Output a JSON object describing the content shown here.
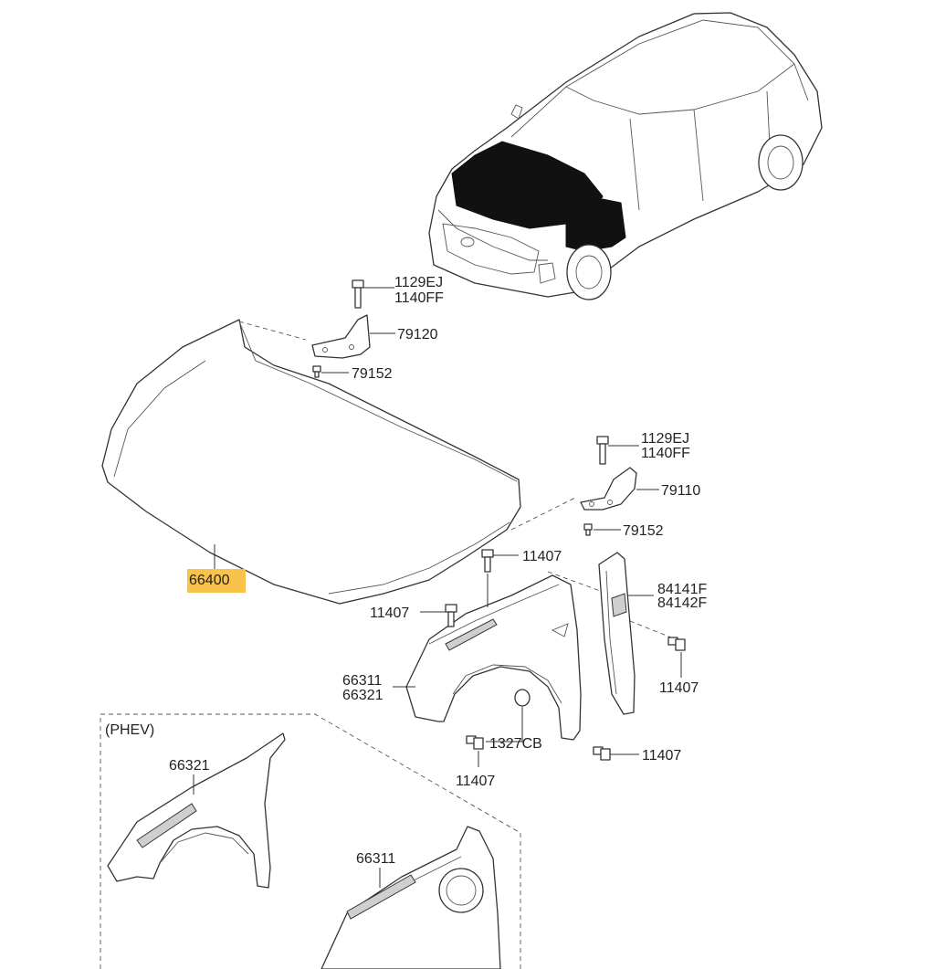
{
  "labels": {
    "bolt_upper": [
      "1129EJ",
      "1140FF"
    ],
    "hinge_lh": "79120",
    "screw_lh": "79152",
    "bolt_right": [
      "1129EJ",
      "1140FF"
    ],
    "hinge_rh": "79110",
    "screw_rh": "79152",
    "hood": "66400",
    "bolt_fender_top": "11407",
    "bolt_fender_left": "11407",
    "garnish": [
      "84141F",
      "84142F"
    ],
    "bolt_garnish": "11407",
    "fender": [
      "66311",
      "66321"
    ],
    "clip": "1327CB",
    "bolt_fender_bottom": "11407",
    "bolt_fender_rear": "11407",
    "phev_group": "(PHEV)",
    "phev_fender_lh": "66321",
    "phev_fender_rh": "66311"
  },
  "colors": {
    "highlight": "#f9c24a",
    "line": "#333333",
    "fill_dark": "#111111"
  }
}
